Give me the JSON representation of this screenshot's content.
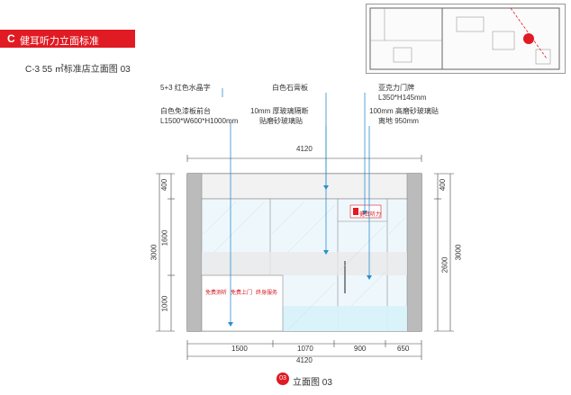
{
  "header": {
    "letter": "C",
    "title": "健耳听力立面标准",
    "accent": "#e01b23"
  },
  "subtitle": "C-3  55 ㎡标准店立面图 03",
  "callouts": {
    "red_letters": "5+3 红色水晶字",
    "front_desk_l1": "白色免漆板前台",
    "front_desk_l2": "L1500*W600*H1000mm",
    "gypsum": "白色石膏板",
    "glass_l1": "10mm 厚玻璃隔断",
    "glass_l2": "贴磨砂玻璃贴",
    "plaque_l1": "亚克力门牌",
    "plaque_l2": "L350*H145mm",
    "frosted_l1": "100mm 高磨砂玻璃贴",
    "frosted_l2": "离地 950mm"
  },
  "dims": {
    "top_width": "4120",
    "bottom_width": "4120",
    "seg1": "1500",
    "seg2": "1070",
    "seg3": "900",
    "seg4": "650",
    "left_top": "400",
    "left_mid": "1600",
    "left_bottom": "1000",
    "left_total": "3000",
    "right_top": "400",
    "right_sub": "2600",
    "right_total": "3000"
  },
  "desk_text": {
    "a": "免费测听",
    "b": "免费上门",
    "c": "终身服务"
  },
  "door_sign": "健耳听力",
  "badge_num": "03",
  "bottom_label": "立面图 03"
}
